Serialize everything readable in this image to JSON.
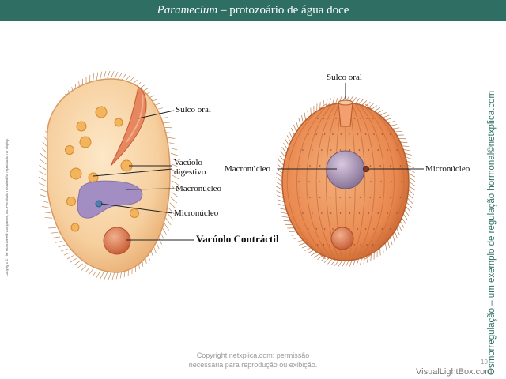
{
  "header": {
    "title_italic": "Paramecium",
    "title_rest": " – protozoário de água doce"
  },
  "side_vertical": "Osmorregulação – um exemplo de regulação hormonal©netxplica.com",
  "side_copyright": "Copyright © The McGraw-Hill Companies, Inc. Permission required for reproduction or display.",
  "left_labels": {
    "sulco_oral": "Sulco oral",
    "vacuolo_digestivo_1": "Vacúolo",
    "vacuolo_digestivo_2": "digestivo",
    "macronucleo": "Macronúcleo",
    "micronucleo": "Micronúcleo",
    "vacuolo_contractil": "Vacúolo Contráctil"
  },
  "right_labels": {
    "sulco_oral": "Sulco oral",
    "macronucleo": "Macronúcleo",
    "micronucleo": "Micronúcleo"
  },
  "footer": {
    "line1": "Copyright netxplica.com: permissão",
    "line2": "necessária para reprodução ou exibição."
  },
  "page_number": "10",
  "watermark": "VisualLightBox.com",
  "colors": {
    "header_bg": "#2f6f63",
    "cell_left": "#f6cf9e",
    "cell_right": "#e9884f",
    "macronucleus_left": "#9a86c6",
    "macronucleus_right": "#a894b4",
    "contractile_vacuole": "#d97a4f"
  }
}
